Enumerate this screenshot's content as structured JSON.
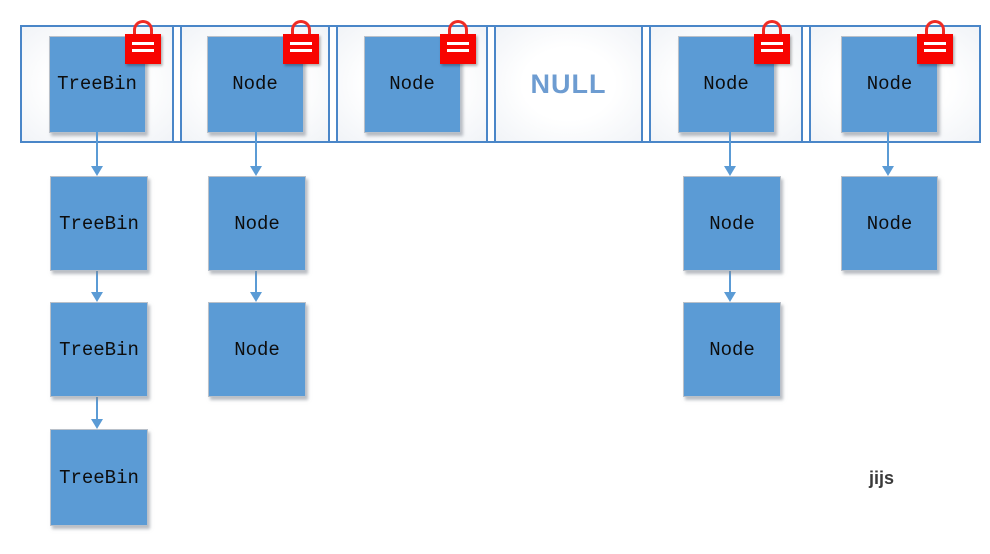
{
  "bucket_row": {
    "cells": [
      {
        "label": "TreeBin",
        "type": "node",
        "locked": true
      },
      {
        "label": "Node",
        "type": "node",
        "locked": true
      },
      {
        "label": "Node",
        "type": "node",
        "locked": true
      },
      {
        "label": "NULL",
        "type": "null",
        "locked": false
      },
      {
        "label": "Node",
        "type": "node",
        "locked": true
      },
      {
        "label": "Node",
        "type": "node",
        "locked": true
      }
    ]
  },
  "chains": [
    {
      "bucket_index": 0,
      "nodes": [
        "TreeBin",
        "TreeBin",
        "TreeBin"
      ]
    },
    {
      "bucket_index": 1,
      "nodes": [
        "Node",
        "Node"
      ]
    },
    {
      "bucket_index": 4,
      "nodes": [
        "Node",
        "Node"
      ]
    },
    {
      "bucket_index": 5,
      "nodes": [
        "Node"
      ]
    }
  ],
  "annotation": "jijs",
  "icons": {
    "lock": "red-padlock-icon"
  },
  "colors": {
    "node_fill": "#5b9bd5",
    "row_border": "#4a86c8",
    "null_text": "#6d9cd1",
    "lock_red": "#f80400",
    "arrow": "#5b9bd5"
  }
}
